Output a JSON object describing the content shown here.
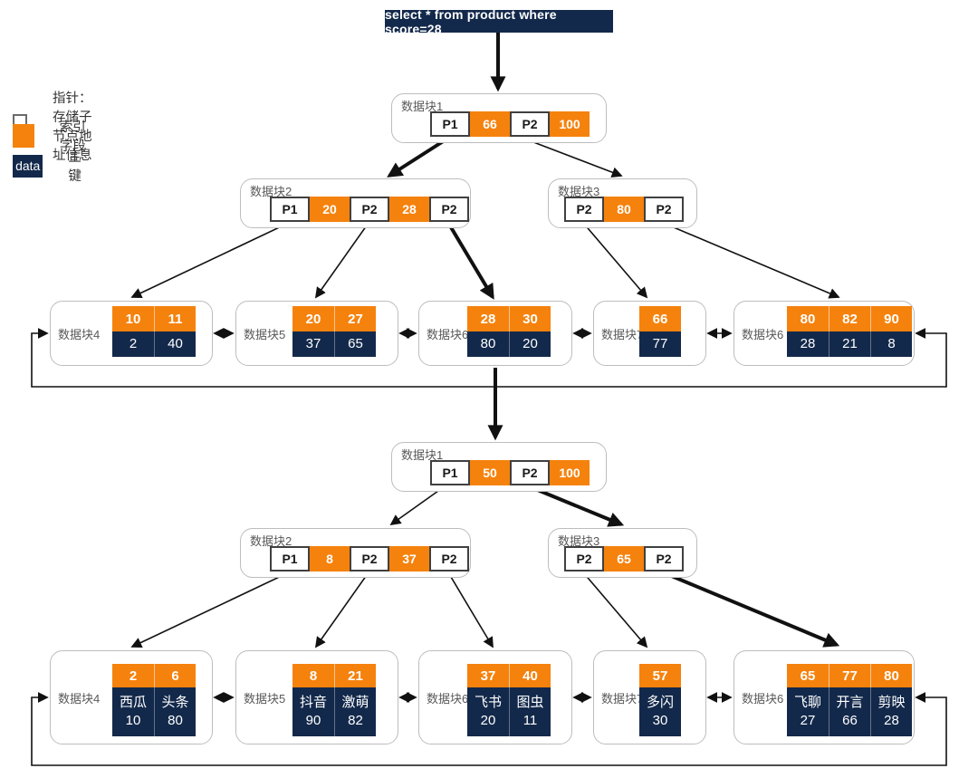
{
  "query": {
    "text": "select * from product where score=28"
  },
  "legend": {
    "items": [
      {
        "label": "指针：存储子节点地址信息",
        "swatch_text": ""
      },
      {
        "label": "索引字段",
        "swatch_text": ""
      },
      {
        "label": "主键",
        "swatch_text": "data"
      }
    ]
  },
  "colors": {
    "index_orange": "#F5820D",
    "primary_navy": "#13294B",
    "arrow_black": "#111111"
  },
  "trees": [
    {
      "name": "secondary-index-tree",
      "rows": [
        {
          "label": "数据块1",
          "cells": [
            {
              "text": "P1",
              "type": "pointer"
            },
            {
              "text": "66",
              "type": "index"
            },
            {
              "text": "P2",
              "type": "pointer"
            },
            {
              "text": "100",
              "type": "index"
            }
          ]
        },
        {
          "label": "数据块2",
          "cells": [
            {
              "text": "P1",
              "type": "pointer"
            },
            {
              "text": "20",
              "type": "index"
            },
            {
              "text": "P2",
              "type": "pointer"
            },
            {
              "text": "28",
              "type": "index"
            },
            {
              "text": "P2",
              "type": "pointer"
            }
          ]
        },
        {
          "label": "数据块3",
          "cells": [
            {
              "text": "P2",
              "type": "pointer"
            },
            {
              "text": "80",
              "type": "index"
            },
            {
              "text": "P2",
              "type": "pointer"
            }
          ]
        }
      ],
      "leaves": [
        {
          "label": "数据块4",
          "index_values": [
            "10",
            "11"
          ],
          "key_values": [
            [
              "2"
            ],
            [
              "40"
            ]
          ]
        },
        {
          "label": "数据块5",
          "index_values": [
            "20",
            "27"
          ],
          "key_values": [
            [
              "37"
            ],
            [
              "65"
            ]
          ]
        },
        {
          "label": "数据块6",
          "index_values": [
            "28",
            "30"
          ],
          "key_values": [
            [
              "80"
            ],
            [
              "20"
            ]
          ]
        },
        {
          "label": "数据块7",
          "index_values": [
            "66"
          ],
          "key_values": [
            [
              "77"
            ]
          ]
        },
        {
          "label": "数据块6",
          "index_values": [
            "80",
            "82",
            "90"
          ],
          "key_values": [
            [
              "28"
            ],
            [
              "21"
            ],
            [
              "8"
            ]
          ]
        }
      ]
    },
    {
      "name": "primary-key-tree",
      "rows": [
        {
          "label": "数据块1",
          "cells": [
            {
              "text": "P1",
              "type": "pointer"
            },
            {
              "text": "50",
              "type": "index"
            },
            {
              "text": "P2",
              "type": "pointer"
            },
            {
              "text": "100",
              "type": "index"
            }
          ]
        },
        {
          "label": "数据块2",
          "cells": [
            {
              "text": "P1",
              "type": "pointer"
            },
            {
              "text": "8",
              "type": "index"
            },
            {
              "text": "P2",
              "type": "pointer"
            },
            {
              "text": "37",
              "type": "index"
            },
            {
              "text": "P2",
              "type": "pointer"
            }
          ]
        },
        {
          "label": "数据块3",
          "cells": [
            {
              "text": "P2",
              "type": "pointer"
            },
            {
              "text": "65",
              "type": "index"
            },
            {
              "text": "P2",
              "type": "pointer"
            }
          ]
        }
      ],
      "leaves": [
        {
          "label": "数据块4",
          "index_values": [
            "2",
            "6"
          ],
          "key_values": [
            [
              "西瓜",
              "10"
            ],
            [
              "头条",
              "80"
            ]
          ]
        },
        {
          "label": "数据块5",
          "index_values": [
            "8",
            "21"
          ],
          "key_values": [
            [
              "抖音",
              "90"
            ],
            [
              "激萌",
              "82"
            ]
          ]
        },
        {
          "label": "数据块6",
          "index_values": [
            "37",
            "40"
          ],
          "key_values": [
            [
              "飞书",
              "20"
            ],
            [
              "图虫",
              "11"
            ]
          ]
        },
        {
          "label": "数据块7",
          "index_values": [
            "57"
          ],
          "key_values": [
            [
              "多闪",
              "30"
            ]
          ]
        },
        {
          "label": "数据块6",
          "index_values": [
            "65",
            "77",
            "80"
          ],
          "key_values": [
            [
              "飞聊",
              "27"
            ],
            [
              "开言",
              "66"
            ],
            [
              "剪映",
              "28"
            ]
          ]
        }
      ]
    }
  ]
}
